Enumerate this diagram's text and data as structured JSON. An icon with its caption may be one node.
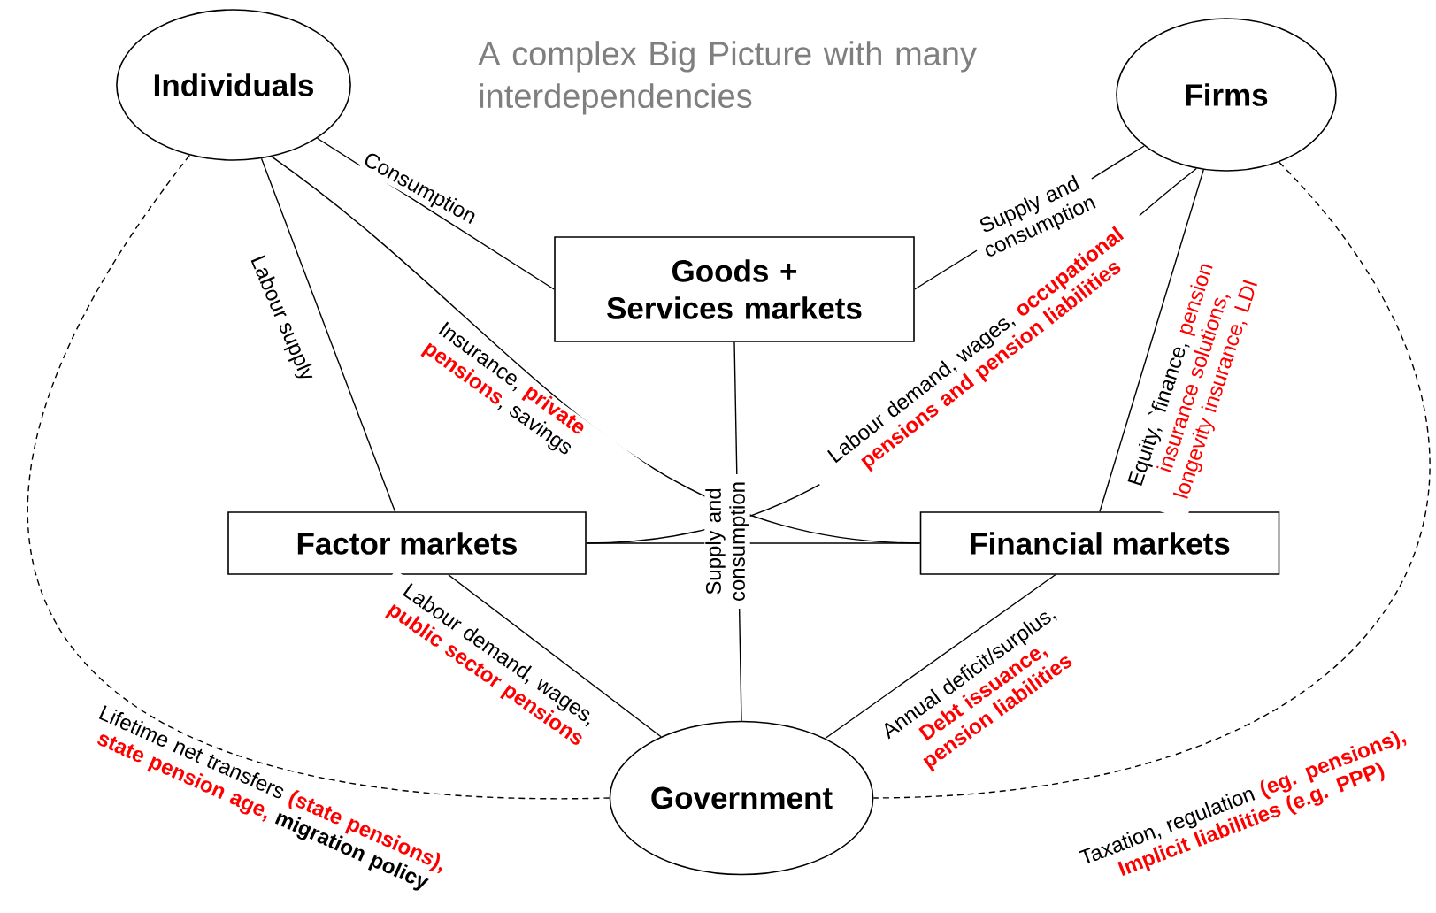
{
  "diagram": {
    "title": "A complex Big Picture with many interdependencies",
    "nodes": [
      {
        "text": [
          "Individuals"
        ]
      },
      {
        "text": [
          "Firms"
        ]
      },
      {
        "text": [
          "Goods + Services markets"
        ]
      },
      {
        "text": [
          "Factor markets"
        ]
      },
      {
        "text": [
          "Financial markets"
        ]
      },
      {
        "text": [
          "Government"
        ]
      }
    ],
    "edges": [
      {
        "from": 0,
        "to": 2,
        "arrow": "none",
        "label": "Consumption"
      },
      {
        "from": 0,
        "to": 3,
        "arrow": "none",
        "label": "Labour supply"
      },
      {
        "from": 0,
        "to": 4,
        "arrow": "none",
        "label": "Insurance, **private pensions**, savings"
      },
      {
        "from": 1,
        "to": 2,
        "arrow": "none",
        "label": "Supply and consumption"
      },
      {
        "from": 1,
        "to": 3,
        "arrow": "none",
        "label": "Labour demand, wages, **occupational pensions and pension liabilities**"
      },
      {
        "from": 1,
        "to": 4,
        "arrow": "none",
        "label": "Equity, `finance,"
      },
      {
        "from": 3,
        "to": 4,
        "arrow": "none"
      },
      {
        "from": 2,
        "to": 5,
        "arrow": "none",
        "label": "Supply and consumption"
      },
      {
        "from": 3,
        "to": 5,
        "arrow": "none",
        "label": "Labour demand, wages, **public sector pensions**"
      },
      {
        "from": 4,
        "to": 5,
        "arrow": "none",
        "label": "Annual deficit/surplus, **Debt issuance, pension liabilities**"
      },
      {
        "from": 0,
        "to": 5,
        "arrow": "none",
        "style": "dashed",
        "label": "Lifetime net transfers **(state pensions), state pension age,** **migration policy**"
      },
      {
        "from": 1,
        "to": 5,
        "arrow": "none",
        "style": "dashed",
        "label": "Taxation, regulation **(eg. pensions), Implicit liabilities (e.g. PPP)**"
      }
    ],
    "labels": [
      "pension insurance solutions, longevity insurance, LDI"
    ]
  }
}
